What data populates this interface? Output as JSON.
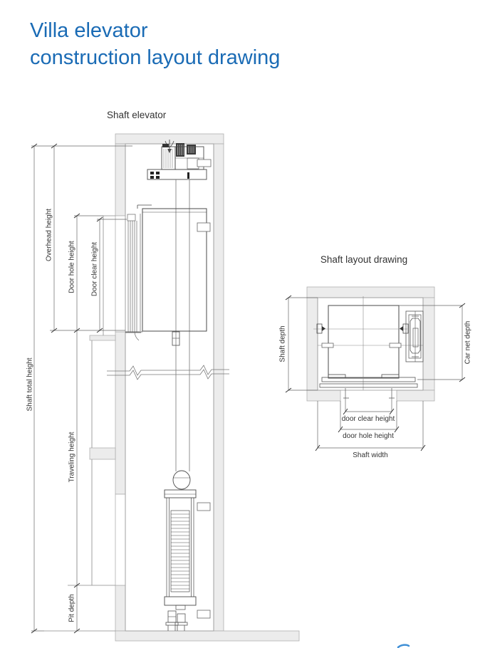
{
  "page_title": {
    "line1": "Villa elevator",
    "line2": "construction layout drawing"
  },
  "colors": {
    "title_blue": "#1a6bb5",
    "accent_blue": "#3f8fd6",
    "wall_fill": "#ececec",
    "line_dark": "#4a4a4a",
    "line_gray": "#9a9a9a"
  },
  "section_view": {
    "title": "Shaft elevator",
    "dimensions": {
      "shaft_total_height": "Shaft total height",
      "overhead_height": "Overhead height",
      "door_hole_height": "Door hole height",
      "door_clear_height": "Door clear height",
      "traveling_height": "Traveling height",
      "pit_depth": "Pit depth"
    }
  },
  "plan_view": {
    "title": "Shaft layout drawing",
    "dimensions": {
      "shaft_depth": "Shaft depth",
      "car_net_depth": "Car net depth",
      "door_clear_height": "door clear height",
      "door_hole_height": "door hole height",
      "shaft_width": "Shaft width"
    }
  }
}
